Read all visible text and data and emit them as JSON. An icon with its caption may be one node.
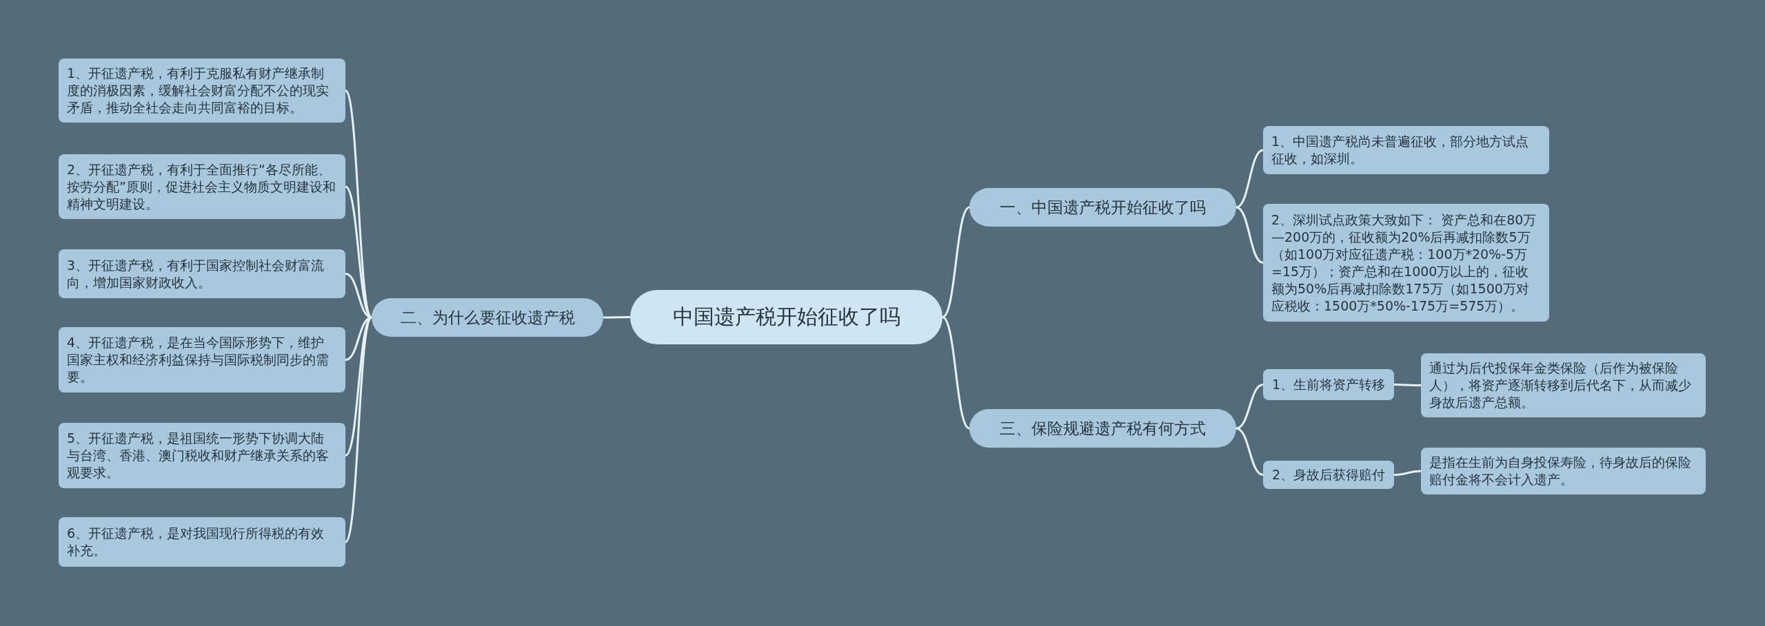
{
  "diagram": {
    "nodes": [
      {
        "text": [
          "中国遗产税开始征收了吗"
        ]
      },
      {
        "text": [
          "一、中国遗产税开始征收了吗"
        ]
      },
      {
        "text": [
          "1、中国遗产税尚未普遍征收，部分地方试点征收，如深圳。"
        ]
      },
      {
        "text": [
          "2、深圳试点政策大致如下： 资产总和在80万—200万的，征收额为20%后再减扣除数5万（如100万对应征遗产税：100万*20%-5万=15万）；资产总和在1000万以上的，征收额为50%后再减扣除数175万（如1500万对应税收：1500万*50%-175万=575万）。"
        ]
      },
      {
        "text": [
          "二、为什么要征收遗产税"
        ]
      },
      {
        "text": [
          "1、开征遗产税，有利于克服私有财产继承制度的消极因素，缓解社会财富分配不公的现实矛盾，推动全社会走向共同富裕的目标。"
        ]
      },
      {
        "text": [
          "2、开征遗产税，有利于全面推行“各尽所能、按劳分配”原则，促进社会主义物质文明建设和精神文明建设。"
        ]
      },
      {
        "text": [
          "3、开征遗产税，有利于国家控制社会财富流向，增加国家财政收入。"
        ]
      },
      {
        "text": [
          "4、开征遗产税，是在当今国际形势下，维护国家主权和经济利益保持与国际税制同步的需要。"
        ]
      },
      {
        "text": [
          "5、开征遗产税，是祖国统一形势下协调大陆与台湾、香港、澳门税收和财产继承关系的客观要求。"
        ]
      },
      {
        "text": [
          "6、开征遗产税，是对我国现行所得税的有效补充。"
        ]
      },
      {
        "text": [
          "三、保险规避遗产税有何方式"
        ]
      },
      {
        "text": [
          "1、生前将资产转移"
        ]
      },
      {
        "text": [
          "通过为后代投保年金类保险（后作为被保险人），将资产逐渐转移到后代名下，从而减少身故后遗产总额。"
        ]
      },
      {
        "text": [
          "2、身故后获得赔付"
        ]
      },
      {
        "text": [
          "是指在生前为自身投保寿险，待身故后的保险赔付金将不会计入遗产。"
        ]
      }
    ],
    "edges": [
      {
        "from": 0,
        "to": 1,
        "arrow": "none"
      },
      {
        "from": 1,
        "to": 2,
        "arrow": "none"
      },
      {
        "from": 1,
        "to": 3,
        "arrow": "none"
      },
      {
        "from": 0,
        "to": 4,
        "arrow": "none"
      },
      {
        "from": 4,
        "to": 5,
        "arrow": "none"
      },
      {
        "from": 4,
        "to": 6,
        "arrow": "none"
      },
      {
        "from": 4,
        "to": 7,
        "arrow": "none"
      },
      {
        "from": 4,
        "to": 8,
        "arrow": "none"
      },
      {
        "from": 4,
        "to": 9,
        "arrow": "none"
      },
      {
        "from": 4,
        "to": 10,
        "arrow": "none"
      },
      {
        "from": 0,
        "to": 11,
        "arrow": "none"
      },
      {
        "from": 11,
        "to": 12,
        "arrow": "none"
      },
      {
        "from": 12,
        "to": 13,
        "arrow": "none"
      },
      {
        "from": 11,
        "to": 14,
        "arrow": "none"
      },
      {
        "from": 14,
        "to": 15,
        "arrow": "none"
      }
    ]
  }
}
